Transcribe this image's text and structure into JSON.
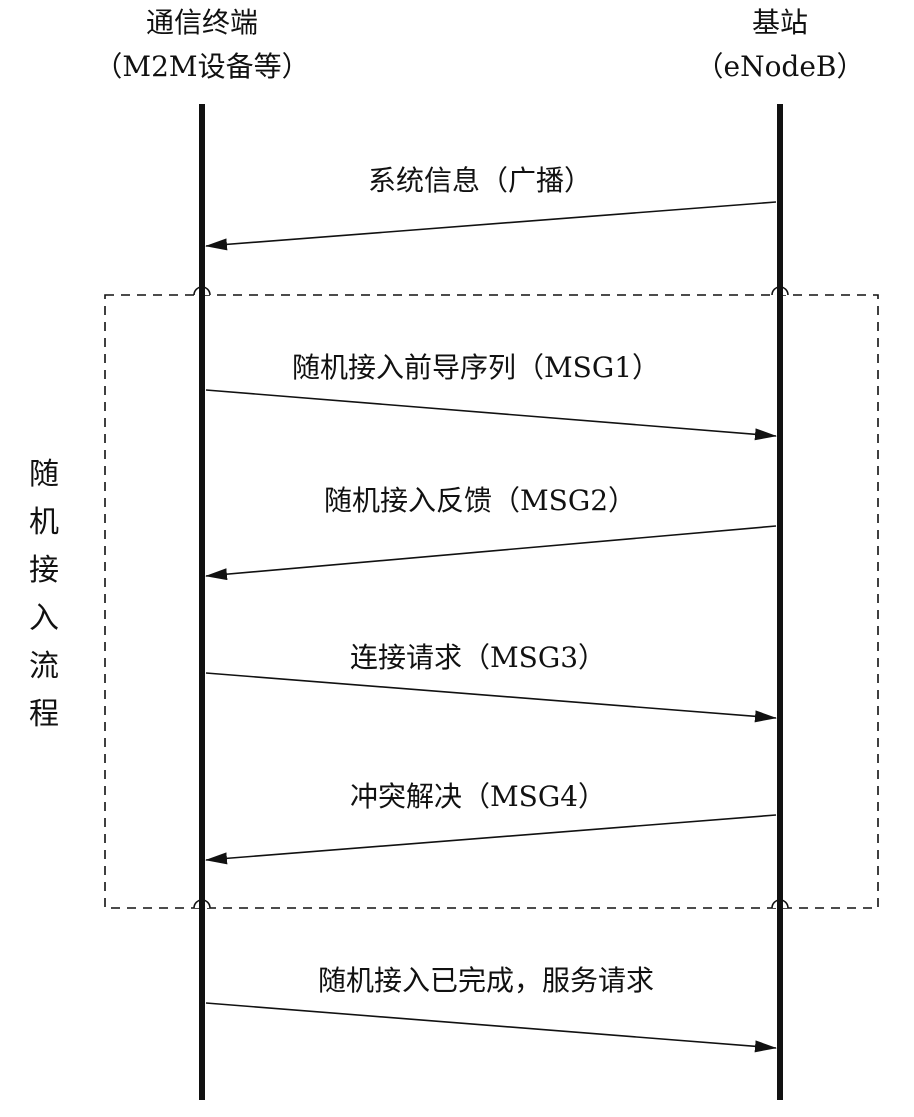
{
  "participants": {
    "terminal": {
      "name": "通信终端",
      "subtitle": "（M2M设备等）"
    },
    "base_station": {
      "name": "基站",
      "subtitle": "（eNodeB）"
    }
  },
  "frame": {
    "label": "随机接入流程"
  },
  "messages": [
    {
      "label": "系统信息（广播）",
      "from": "base_station",
      "to": "terminal"
    },
    {
      "label": "随机接入前导序列（MSG1）",
      "from": "terminal",
      "to": "base_station"
    },
    {
      "label": "随机接入反馈（MSG2）",
      "from": "base_station",
      "to": "terminal"
    },
    {
      "label": "连接请求（MSG3）",
      "from": "terminal",
      "to": "base_station"
    },
    {
      "label": "冲突解决（MSG4）",
      "from": "base_station",
      "to": "terminal"
    },
    {
      "label": "随机接入已完成，服务请求",
      "from": "terminal",
      "to": "base_station"
    }
  ],
  "colors": {
    "ink": "#111111",
    "background": "#ffffff"
  }
}
